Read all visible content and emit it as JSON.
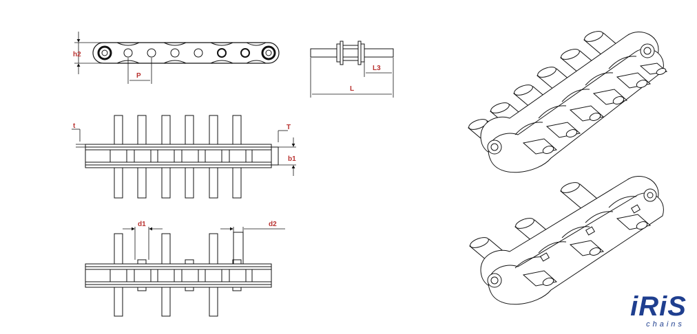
{
  "dimensions": {
    "h2": "h2",
    "P": "P",
    "L3": "L3",
    "L": "L",
    "t": "t",
    "T": "T",
    "b1": "b1",
    "d1": "d1",
    "d2": "d2"
  },
  "brand": {
    "name": "iRiS",
    "tagline": "chains",
    "color": "#1f3f8f"
  },
  "colors": {
    "line": "#111111",
    "dimension_text": "#b8312f"
  }
}
